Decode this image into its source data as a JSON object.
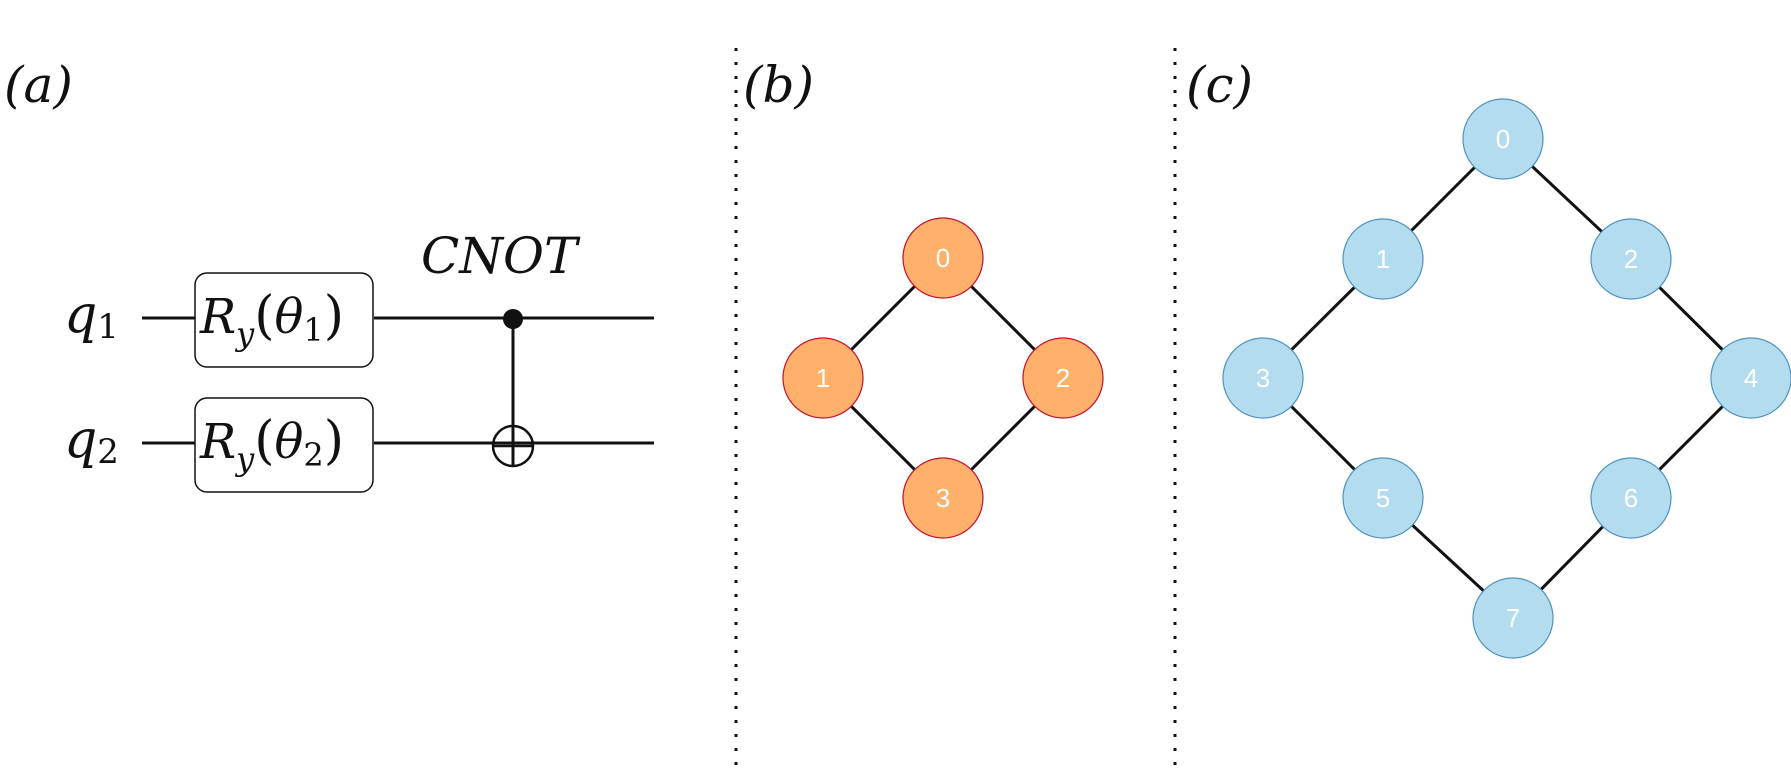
{
  "panels": {
    "a": "(a)",
    "b": "(b)",
    "c": "(c)"
  },
  "circuit": {
    "gate_label": "CNOT",
    "qubit1": {
      "base": "q",
      "sub": "1"
    },
    "qubit2": {
      "base": "q",
      "sub": "2"
    },
    "gate1": {
      "op": "R",
      "op_sub": "y",
      "open": "(",
      "theta": "θ",
      "theta_sub": "1",
      "close": ")"
    },
    "gate2": {
      "op": "R",
      "op_sub": "y",
      "open": "(",
      "theta": "θ",
      "theta_sub": "2",
      "close": ")"
    }
  },
  "graph_b": {
    "color": "#FFB06A",
    "border": "#C8102E",
    "nodes": [
      "0",
      "1",
      "2",
      "3"
    ],
    "edges": [
      [
        "0",
        "1"
      ],
      [
        "0",
        "2"
      ],
      [
        "1",
        "3"
      ],
      [
        "2",
        "3"
      ]
    ]
  },
  "graph_c": {
    "color": "#B4DCEF",
    "border": "#4F93C0",
    "nodes": [
      "0",
      "1",
      "2",
      "3",
      "4",
      "5",
      "6",
      "7"
    ],
    "edges": [
      [
        "0",
        "1"
      ],
      [
        "0",
        "2"
      ],
      [
        "1",
        "3"
      ],
      [
        "2",
        "4"
      ],
      [
        "3",
        "5"
      ],
      [
        "4",
        "6"
      ],
      [
        "5",
        "7"
      ],
      [
        "6",
        "7"
      ]
    ]
  }
}
